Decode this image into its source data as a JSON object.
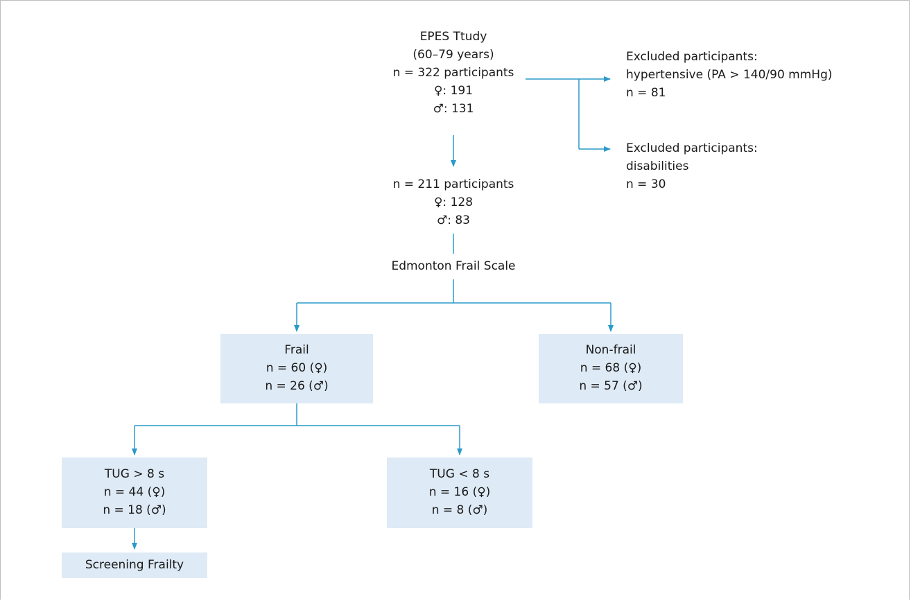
{
  "colors": {
    "connector": "#2a9ac7",
    "box_fill": "#deeaf5",
    "text": "#1a1a1a",
    "frame": "#bdbdbd"
  },
  "root": {
    "title": "EPES Ttudy",
    "age": "(60–79 years)",
    "n": "n = 322 participants",
    "female": "♀: 191",
    "male": "♂: 131"
  },
  "excluded_1": {
    "title": "Excluded participants:",
    "reason": "hypertensive (PA > 140/90 mmHg)",
    "n": "n = 81"
  },
  "excluded_2": {
    "title": "Excluded participants:",
    "reason": "disabilities",
    "n": "n = 30"
  },
  "included": {
    "n": "n = 211 participants",
    "female": "♀: 128",
    "male": "♂: 83"
  },
  "scale_label": "Edmonton Frail Scale",
  "frail": {
    "title": "Frail",
    "female": "n = 60 (♀)",
    "male": "n = 26 (♂)"
  },
  "non_frail": {
    "title": "Non-frail",
    "female": "n = 68 (♀)",
    "male": "n = 57 (♂)"
  },
  "tug_gt": {
    "title": "TUG > 8 s",
    "female": "n = 44 (♀)",
    "male": "n = 18 (♂)"
  },
  "tug_lt": {
    "title": "TUG < 8 s",
    "female": "n = 16 (♀)",
    "male": "n = 8 (♂)"
  },
  "screening": {
    "title": "Screening Frailty"
  }
}
